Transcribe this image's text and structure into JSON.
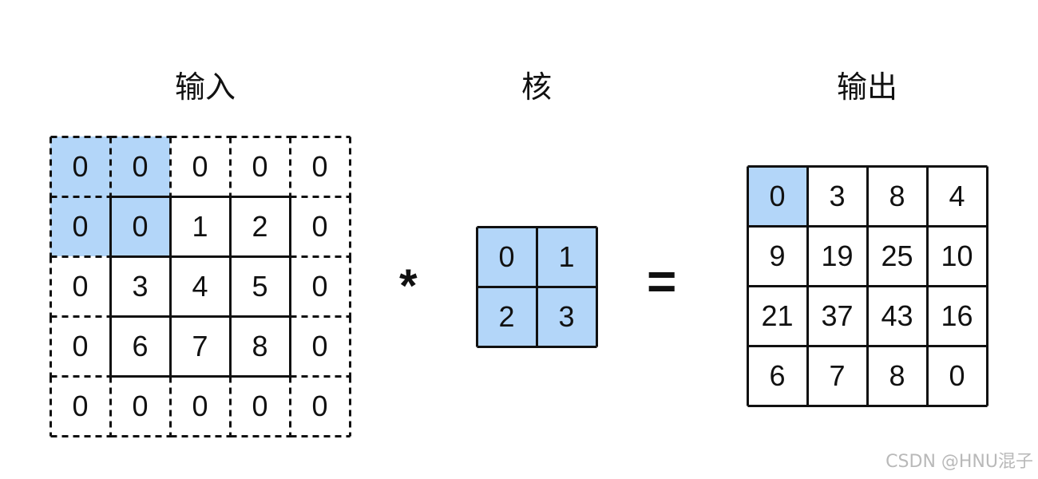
{
  "titles": {
    "input": "输入",
    "kernel": "核",
    "output": "输出"
  },
  "operators": {
    "convolution": "*",
    "equals": "="
  },
  "input": {
    "rows": [
      [
        "0",
        "0",
        "0",
        "0",
        "0"
      ],
      [
        "0",
        "0",
        "1",
        "2",
        "0"
      ],
      [
        "0",
        "3",
        "4",
        "5",
        "0"
      ],
      [
        "0",
        "6",
        "7",
        "8",
        "0"
      ],
      [
        "0",
        "0",
        "0",
        "0",
        "0"
      ]
    ],
    "highlighted": [
      [
        0,
        0
      ],
      [
        0,
        1
      ],
      [
        1,
        0
      ],
      [
        1,
        1
      ]
    ],
    "padding": 1
  },
  "kernel": {
    "rows": [
      [
        "0",
        "1"
      ],
      [
        "2",
        "3"
      ]
    ],
    "highlighted": [
      [
        0,
        0
      ],
      [
        0,
        1
      ],
      [
        1,
        0
      ],
      [
        1,
        1
      ]
    ]
  },
  "output": {
    "rows": [
      [
        "0",
        "3",
        "8",
        "4"
      ],
      [
        "9",
        "19",
        "25",
        "10"
      ],
      [
        "21",
        "37",
        "43",
        "16"
      ],
      [
        "6",
        "7",
        "8",
        "0"
      ]
    ],
    "highlighted": [
      [
        0,
        0
      ]
    ]
  },
  "colors": {
    "highlight": "#b3d6f9",
    "line": "#111111"
  },
  "watermark": "CSDN @HNU混子"
}
